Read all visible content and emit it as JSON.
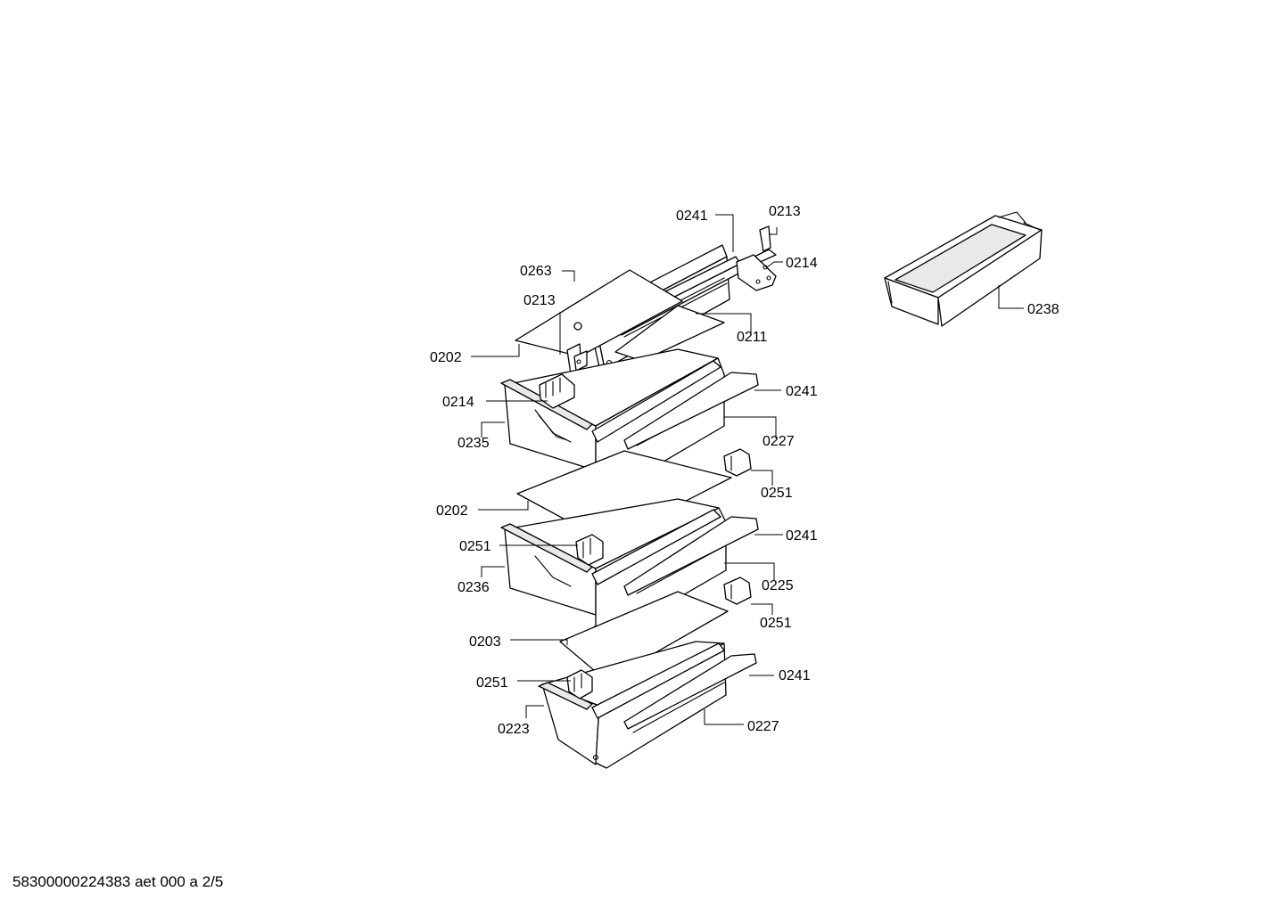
{
  "callouts": {
    "c0241_top": "0241",
    "c0213_top": "0213",
    "c0263": "0263",
    "c0214_top": "0214",
    "c0213_mid": "0213",
    "c0211": "0211",
    "c0202_a": "0202",
    "c0214_left": "0214",
    "c0241_b": "0241",
    "c0235": "0235",
    "c0227_a": "0227",
    "c0251_a": "0251",
    "c0202_b": "0202",
    "c0241_c": "0241",
    "c0251_b": "0251",
    "c0225": "0225",
    "c0236": "0236",
    "c0251_c": "0251",
    "c0203": "0203",
    "c0241_d": "0241",
    "c0251_d": "0251",
    "c0223": "0223",
    "c0227_b": "0227",
    "c0238": "0238"
  },
  "footer": {
    "doc_code": "58300000224383 aet 000 a 2/5"
  }
}
